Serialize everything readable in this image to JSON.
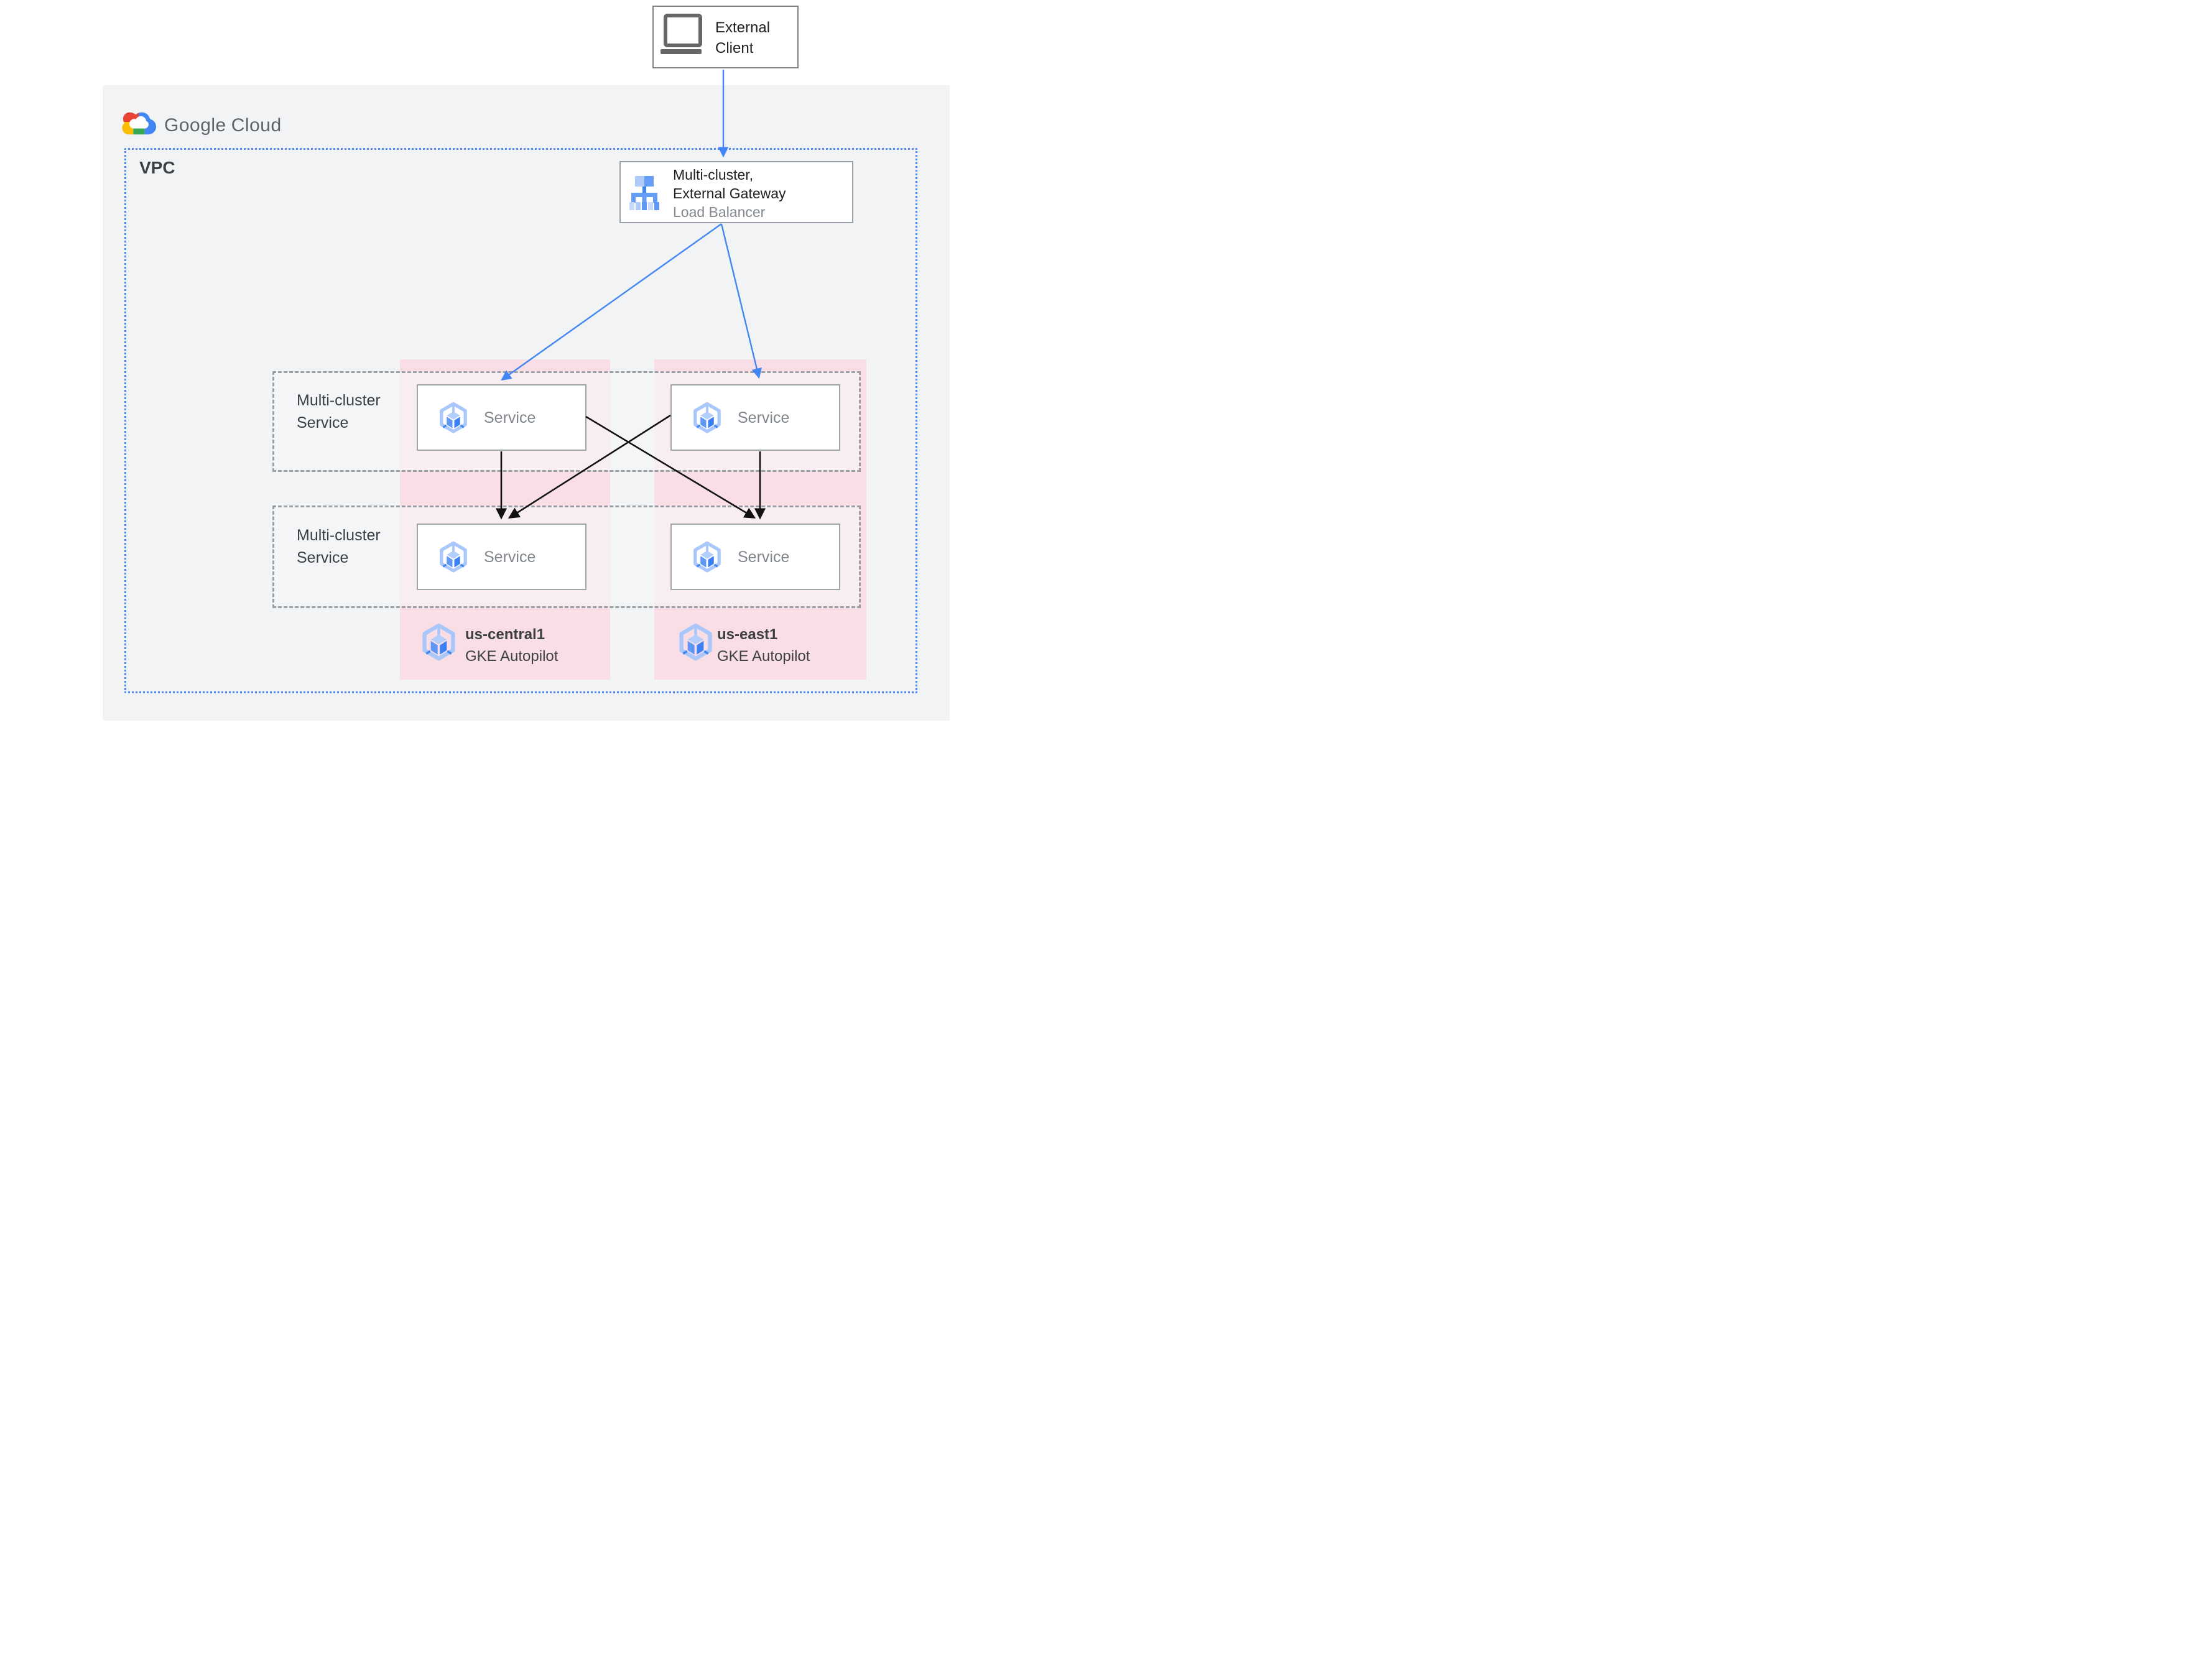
{
  "brand": {
    "primary": "Google",
    "secondary": "Cloud"
  },
  "external_client": {
    "lines": [
      "External",
      "Client"
    ]
  },
  "vpc": {
    "label": "VPC"
  },
  "load_balancer": {
    "title_line1": "Multi-cluster,",
    "title_line2": "External Gateway",
    "subtitle": "Load Balancer"
  },
  "msc_rows": [
    {
      "label_line1": "Multi-cluster",
      "label_line2": "Service"
    },
    {
      "label_line1": "Multi-cluster",
      "label_line2": "Service"
    }
  ],
  "services": [
    {
      "label": "Service"
    },
    {
      "label": "Service"
    },
    {
      "label": "Service"
    },
    {
      "label": "Service"
    }
  ],
  "clusters": [
    {
      "region": "us-central1",
      "product": "GKE Autopilot"
    },
    {
      "region": "us-east1",
      "product": "GKE Autopilot"
    }
  ],
  "icons": {
    "external_client": "laptop-icon",
    "load_balancer": "load-balancer-icon",
    "service": "gke-hexagon-icon",
    "brand": "google-cloud-logo-icon"
  },
  "colors": {
    "accent_blue": "#4285f4",
    "arrow_black": "#111111",
    "pink_region": "#f9dee6",
    "canvas_gray": "#f1f3f4",
    "dashed_gray": "#9aa0a6",
    "dotted_blue": "#4a86f7",
    "text_dark": "#3c4043",
    "text_gray": "#80868b",
    "icon_blue_light": "#a9c7fa",
    "icon_blue_mid": "#5e97f6",
    "icon_blue_dark": "#4285f4"
  }
}
